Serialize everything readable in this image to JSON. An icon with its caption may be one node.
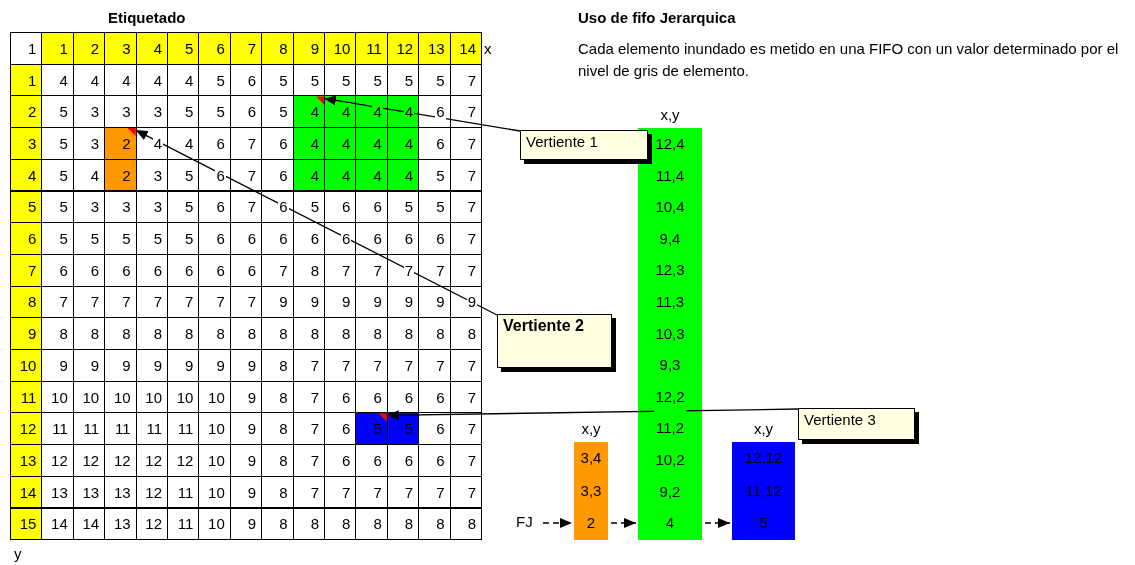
{
  "diagram": {
    "nodes": [
      {
        "text": [
          "4"
        ]
      },
      {
        "text": [
          "2"
        ]
      },
      {
        "text": [
          "5"
        ]
      },
      {
        "text": [
          "Vertiente 1"
        ]
      },
      {
        "text": [
          "Vertiente 2"
        ]
      },
      {
        "text": [
          "Vertiente 3"
        ]
      },
      {
        "text": [
          "3,4",
          "3,3",
          "2"
        ],
        "beside": [
          "x,y"
        ]
      },
      {
        "text": [
          "12,4",
          "11,4",
          "10,4",
          "9,4",
          "12,3",
          "11,3",
          "10,3",
          "9,3",
          "12,2",
          "11,2",
          "10,2",
          "9,2",
          "4"
        ],
        "beside": [
          "x,y"
        ]
      },
      {
        "text": [
          "12,12",
          "11,12",
          "5"
        ],
        "beside": [
          "x,y"
        ]
      },
      {
        "text": [
          "FJ"
        ]
      }
    ],
    "edges": [
      {
        "from": 3,
        "to": 0,
        "arrow": "to"
      },
      {
        "from": 4,
        "to": 1,
        "arrow": "to"
      },
      {
        "from": 5,
        "to": 2,
        "arrow": "to"
      },
      {
        "from": 9,
        "to": 6,
        "arrow": "to",
        "style": "dashed"
      },
      {
        "from": 6,
        "to": 7,
        "arrow": "to",
        "style": "dashed"
      },
      {
        "from": 7,
        "to": 8,
        "arrow": "to",
        "style": "dashed"
      }
    ],
    "labels": [
      "Etiquetado",
      "1",
      "1",
      "2",
      "3",
      "4",
      "5",
      "6",
      "7",
      "8",
      "9",
      "10",
      "11",
      "12",
      "13",
      "14",
      "x",
      "1",
      "4",
      "4",
      "4",
      "4",
      "4",
      "5",
      "6",
      "5",
      "5",
      "5",
      "5",
      "5",
      "5",
      "7",
      "2",
      "5",
      "3",
      "3",
      "3",
      "5",
      "5",
      "6",
      "5",
      "4",
      "4",
      "4",
      "6",
      "7",
      "3",
      "5",
      "3",
      "4",
      "4",
      "6",
      "7",
      "6",
      "4",
      "4",
      "4",
      "4",
      "6",
      "7",
      "4",
      "5",
      "4",
      "2",
      "3",
      "5",
      "6",
      "7",
      "6",
      "4",
      "4",
      "4",
      "4",
      "5",
      "7",
      "5",
      "5",
      "3",
      "3",
      "3",
      "5",
      "6",
      "7",
      "6",
      "5",
      "6",
      "6",
      "5",
      "5",
      "7",
      "6",
      "5",
      "5",
      "5",
      "5",
      "5",
      "6",
      "6",
      "6",
      "6",
      "6",
      "6",
      "6",
      "6",
      "7",
      "7",
      "6",
      "6",
      "6",
      "6",
      "6",
      "6",
      "6",
      "7",
      "8",
      "7",
      "7",
      "7",
      "7",
      "7",
      "8",
      "7",
      "7",
      "7",
      "7",
      "7",
      "7",
      "7",
      "9",
      "9",
      "9",
      "9",
      "9",
      "9",
      "9",
      "9",
      "8",
      "8",
      "8",
      "8",
      "8",
      "8",
      "8",
      "8",
      "8",
      "8",
      "8",
      "8",
      "8",
      "8",
      "10",
      "9",
      "9",
      "9",
      "9",
      "9",
      "9",
      "9",
      "8",
      "7",
      "7",
      "7",
      "7",
      "7",
      "7",
      "11",
      "10",
      "10",
      "10",
      "10",
      "10",
      "10",
      "9",
      "8",
      "7",
      "6",
      "6",
      "6",
      "6",
      "7",
      "12",
      "11",
      "11",
      "11",
      "11",
      "11",
      "10",
      "9",
      "8",
      "7",
      "6",
      "5",
      "6",
      "7",
      "13",
      "12",
      "12",
      "12",
      "12",
      "12",
      "10",
      "9",
      "8",
      "7",
      "6",
      "6",
      "6",
      "6",
      "7",
      "14",
      "13",
      "13",
      "13",
      "12",
      "11",
      "10",
      "9",
      "8",
      "7",
      "7",
      "7",
      "7",
      "7",
      "7",
      "15",
      "14",
      "14",
      "13",
      "12",
      "11",
      "10",
      "9",
      "8",
      "8",
      "8",
      "8",
      "8",
      "8",
      "8",
      "y",
      "Uso de fifo Jerarquica",
      "Cada elemento inundado es metido en una FIFO con un valor determinado por el nivel de gris de elemento."
    ]
  }
}
